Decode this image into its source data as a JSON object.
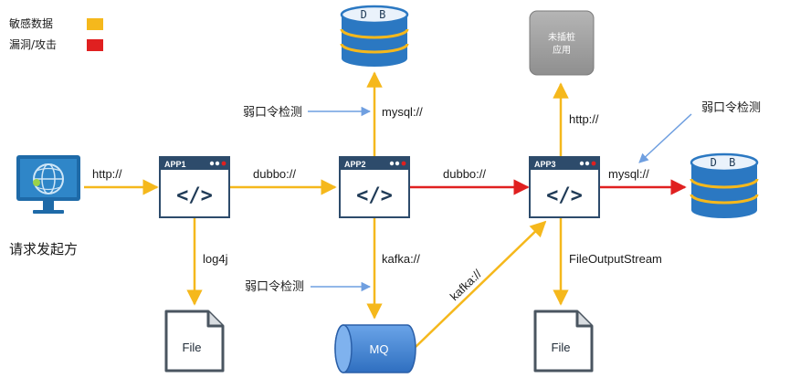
{
  "colors": {
    "sensitive": "#f5b81c",
    "attack": "#e02020",
    "weak_pw_arrow": "#6f9fe0",
    "app_dark": "#2d4b6b"
  },
  "legend": {
    "sensitive_label": "敏感数据",
    "attack_label": "漏洞/攻击"
  },
  "requester": {
    "label": "请求发起方"
  },
  "apps": [
    {
      "title": "APP1",
      "glyph": "</>"
    },
    {
      "title": "APP2",
      "glyph": "</>"
    },
    {
      "title": "APP3",
      "glyph": "</>"
    }
  ],
  "databases": {
    "top_label": "D B",
    "right_label": "D B"
  },
  "stub_app": {
    "line1": "未插桩",
    "line2": "应用"
  },
  "files": {
    "left_label": "File",
    "right_label": "File"
  },
  "mq": {
    "label": "MQ"
  },
  "edges": {
    "req_app1": "http://",
    "app1_app2": "dubbo://",
    "app2_app3": "dubbo://",
    "app2_db": "mysql://",
    "app3_db": "mysql://",
    "app3_stub": "http://",
    "app1_file": "log4j",
    "app2_mq": "kafka://",
    "mq_app3": "kafka://",
    "app3_file": "FileOutputStream"
  },
  "annotations": {
    "weak_pw_top": "弱口令检测",
    "weak_pw_right": "弱口令检测",
    "weak_pw_bottom": "弱口令检测"
  }
}
